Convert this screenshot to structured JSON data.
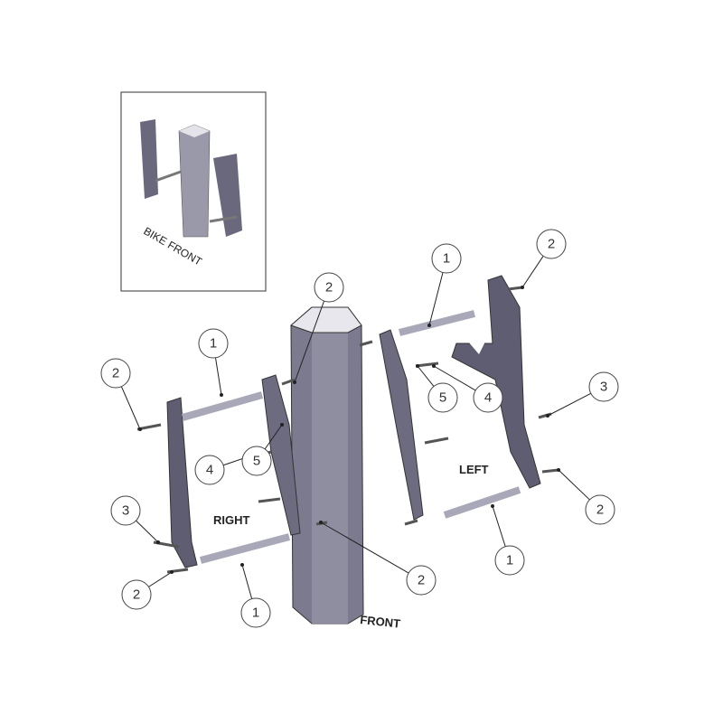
{
  "inset": {
    "label": "BIKE FRONT"
  },
  "labels": {
    "right": "RIGHT",
    "left": "LEFT",
    "front": "FRONT"
  },
  "callouts": [
    "2",
    "1",
    "2",
    "4",
    "5",
    "3",
    "2",
    "1",
    "2",
    "1",
    "2",
    "5",
    "4",
    "3",
    "2",
    "1"
  ],
  "colors": {
    "part_dark": "#5d5b6e",
    "part_mid": "#8a899a",
    "part_light": "#c9c8d3",
    "line": "#333333"
  }
}
